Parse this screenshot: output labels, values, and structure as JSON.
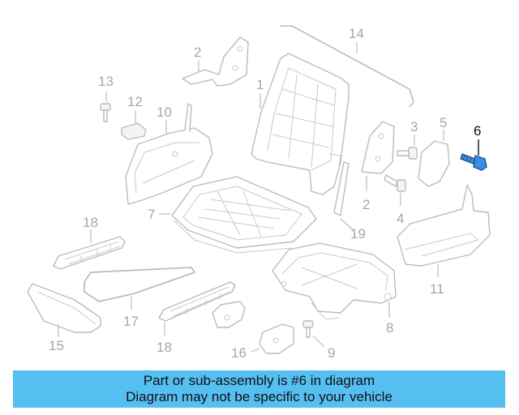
{
  "diagram": {
    "highlight_color": "#3a8ee6",
    "labels": {
      "l1": "1",
      "l2a": "2",
      "l2b": "2",
      "l3": "3",
      "l4": "4",
      "l5": "5",
      "l6": "6",
      "l7": "7",
      "l8": "8",
      "l9": "9",
      "l10": "10",
      "l11": "11",
      "l12": "12",
      "l13": "13",
      "l14": "14",
      "l15": "15",
      "l16": "16",
      "l17": "17",
      "l18a": "18",
      "l18b": "18",
      "l19": "19"
    },
    "highlighted_part": "6"
  },
  "banner": {
    "background": "#55bff2",
    "line1": "Part or sub-assembly is #6 in diagram",
    "line2": "Diagram may not be specific to your vehicle"
  }
}
